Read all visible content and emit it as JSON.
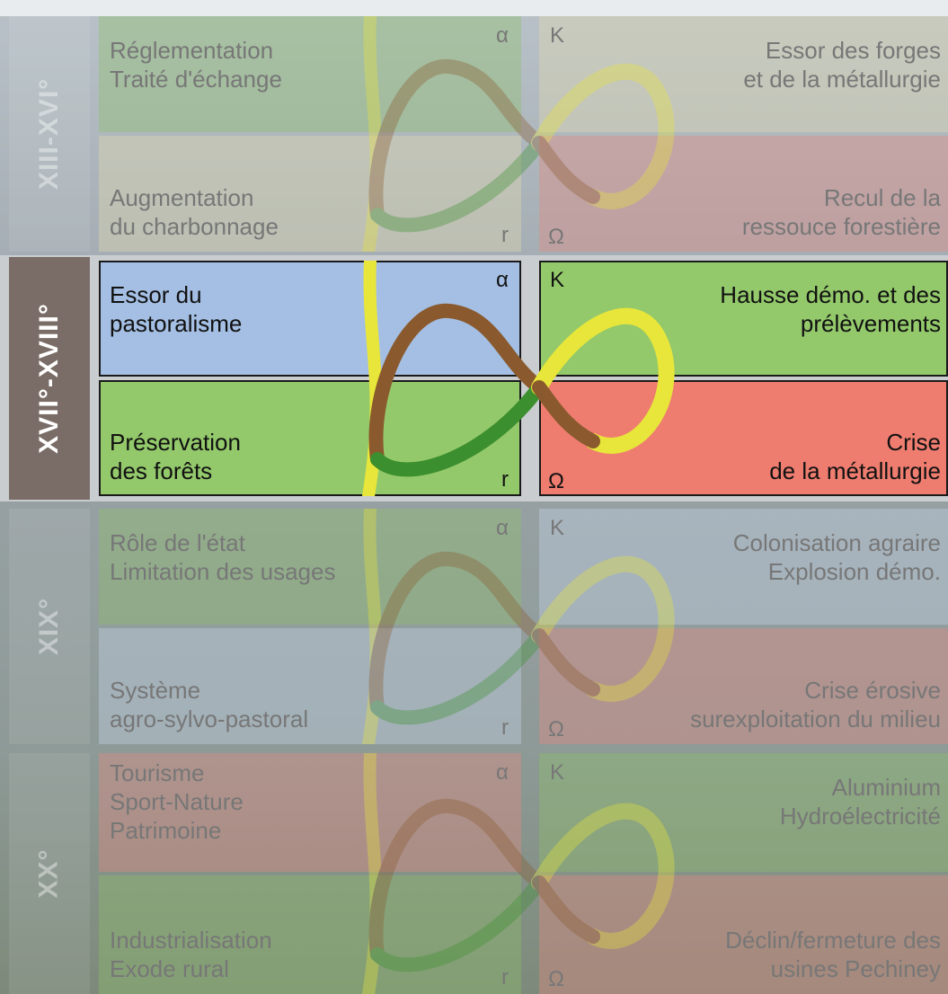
{
  "eras": [
    {
      "id": "xiii-xvi",
      "label": "XIII-XVI°",
      "active": false,
      "cells": {
        "alpha": {
          "text": [
            "Réglementation",
            "Traité d'échange"
          ],
          "symbol": "α",
          "color": "#8fbf6a"
        },
        "r": {
          "text": [
            "Augmentation",
            "du charbonnage"
          ],
          "symbol": "r",
          "color": "#e3dbb0"
        },
        "k": {
          "text": [
            "Essor des forges",
            "et de la métallurgie"
          ],
          "symbol": "K",
          "color": "#e3dbb0"
        },
        "omega": {
          "text": [
            "Recul de la",
            "ressouce forestière"
          ],
          "symbol": "Ω",
          "color": "#e88a80"
        }
      }
    },
    {
      "id": "xvii-xviii",
      "label": "XVII°-XVIII°",
      "active": true,
      "cells": {
        "alpha": {
          "text": [
            "Essor du",
            "pastoralisme"
          ],
          "symbol": "α",
          "color": "#a4bfe3"
        },
        "r": {
          "text": [
            "Préservation",
            "des forêts"
          ],
          "symbol": "r",
          "color": "#93c96b"
        },
        "k": {
          "text": [
            "Hausse démo. et des",
            "prélèvements"
          ],
          "symbol": "K",
          "color": "#93c96b"
        },
        "omega": {
          "text": [
            "Crise",
            "de la métallurgie"
          ],
          "symbol": "Ω",
          "color": "#ee7d70"
        }
      }
    },
    {
      "id": "xix",
      "label": "XIX°",
      "active": false,
      "cells": {
        "alpha": {
          "text": [
            "Rôle de l'état",
            "Limitation des usages"
          ],
          "symbol": "α",
          "color": "#8fbf6a"
        },
        "r": {
          "text": [
            "Système",
            "agro-sylvo-pastoral"
          ],
          "symbol": "r",
          "color": "#c6d4ea"
        },
        "k": {
          "text": [
            "Colonisation agraire",
            "Explosion démo."
          ],
          "symbol": "K",
          "color": "#c6d4ea"
        },
        "omega": {
          "text": [
            "Crise érosive",
            "surexploitation du milieu"
          ],
          "symbol": "Ω",
          "color": "#e88a80"
        }
      }
    },
    {
      "id": "xx",
      "label": "XX°",
      "active": false,
      "cells": {
        "alpha": {
          "text": [
            "Tourisme",
            "Sport-Nature",
            "Patrimoine"
          ],
          "symbol": "α",
          "color": "#e88a80"
        },
        "r": {
          "text": [
            "Industrialisation",
            "Exode rural"
          ],
          "symbol": "r",
          "color": "#8fbf6a"
        },
        "k": {
          "text": [
            "Aluminium",
            "Hydroélectricité"
          ],
          "symbol": "K",
          "color": "#8fbf6a"
        },
        "omega": {
          "text": [
            "Déclin/fermeture des",
            "usines Pechiney"
          ],
          "symbol": "Ω",
          "color": "#e88a80"
        }
      }
    }
  ],
  "colors": {
    "era_active": "#7a6c66",
    "ribbon_yellow": "#e8e63a",
    "ribbon_green": "#3c8f2e",
    "ribbon_brown": "#8a5a2e"
  }
}
